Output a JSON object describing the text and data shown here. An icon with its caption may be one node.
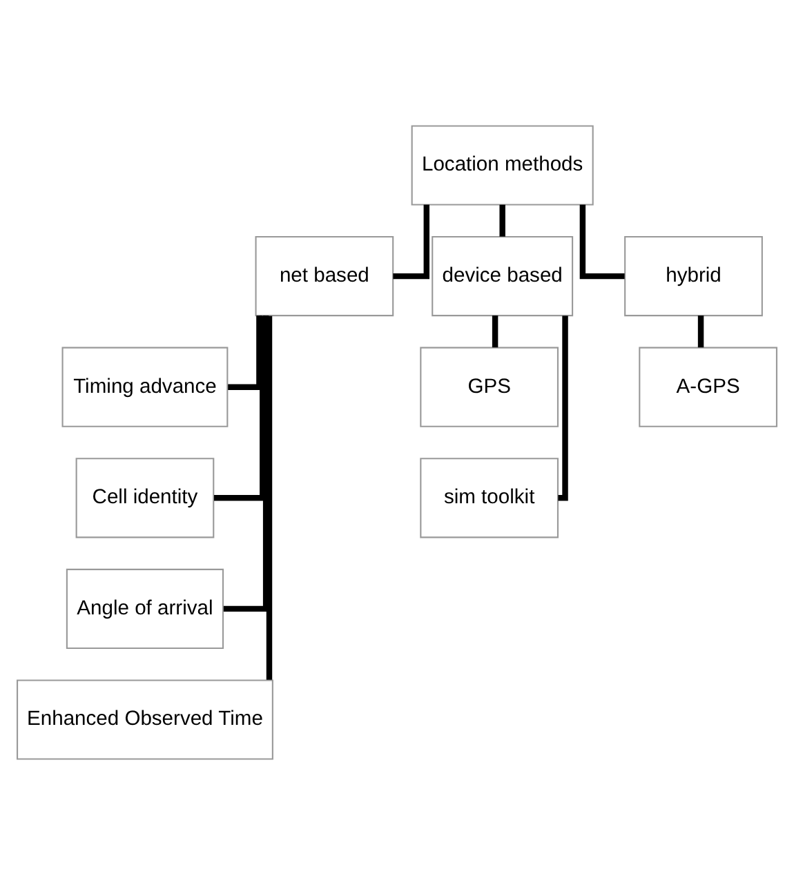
{
  "diagram": {
    "nodes": [
      {
        "text": [
          "Location methods"
        ]
      },
      {
        "text": [
          "net based"
        ]
      },
      {
        "text": [
          "device based"
        ]
      },
      {
        "text": [
          "hybrid"
        ]
      },
      {
        "text": [
          "Timing advance"
        ]
      },
      {
        "text": [
          "Cell identity"
        ]
      },
      {
        "text": [
          "Angle of arrival"
        ]
      },
      {
        "text": [
          "Enhanced Observed Time"
        ]
      },
      {
        "text": [
          "GPS"
        ]
      },
      {
        "text": [
          "sim toolkit"
        ]
      },
      {
        "text": [
          "A-GPS"
        ]
      }
    ],
    "edges": [
      {
        "from": 0,
        "to": 1,
        "arrow": "none"
      },
      {
        "from": 0,
        "to": 2,
        "arrow": "none"
      },
      {
        "from": 0,
        "to": 3,
        "arrow": "none"
      },
      {
        "from": 1,
        "to": 4,
        "arrow": "none"
      },
      {
        "from": 1,
        "to": 5,
        "arrow": "none"
      },
      {
        "from": 1,
        "to": 6,
        "arrow": "none"
      },
      {
        "from": 1,
        "to": 7,
        "arrow": "none"
      },
      {
        "from": 2,
        "to": 8,
        "arrow": "none"
      },
      {
        "from": 2,
        "to": 9,
        "arrow": "none"
      },
      {
        "from": 3,
        "to": 10,
        "arrow": "none"
      }
    ]
  }
}
